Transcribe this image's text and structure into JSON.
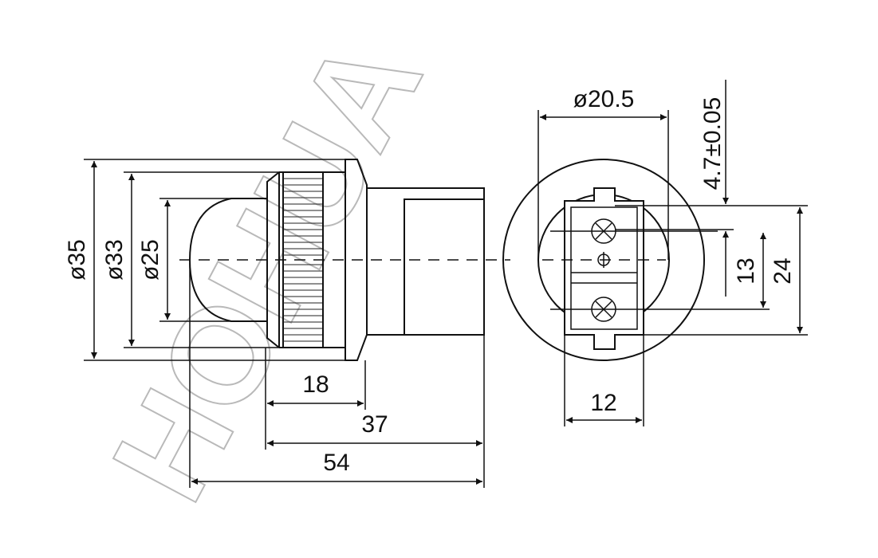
{
  "watermark": "HOHUA",
  "dimensions": {
    "d35": "ø35",
    "d33": "ø33",
    "d25": "ø25",
    "len18": "18",
    "len37": "37",
    "len54": "54",
    "d20_5": "ø20.5",
    "tol": "4.7±0.05",
    "h13": "13",
    "h24": "24",
    "w12": "12"
  }
}
